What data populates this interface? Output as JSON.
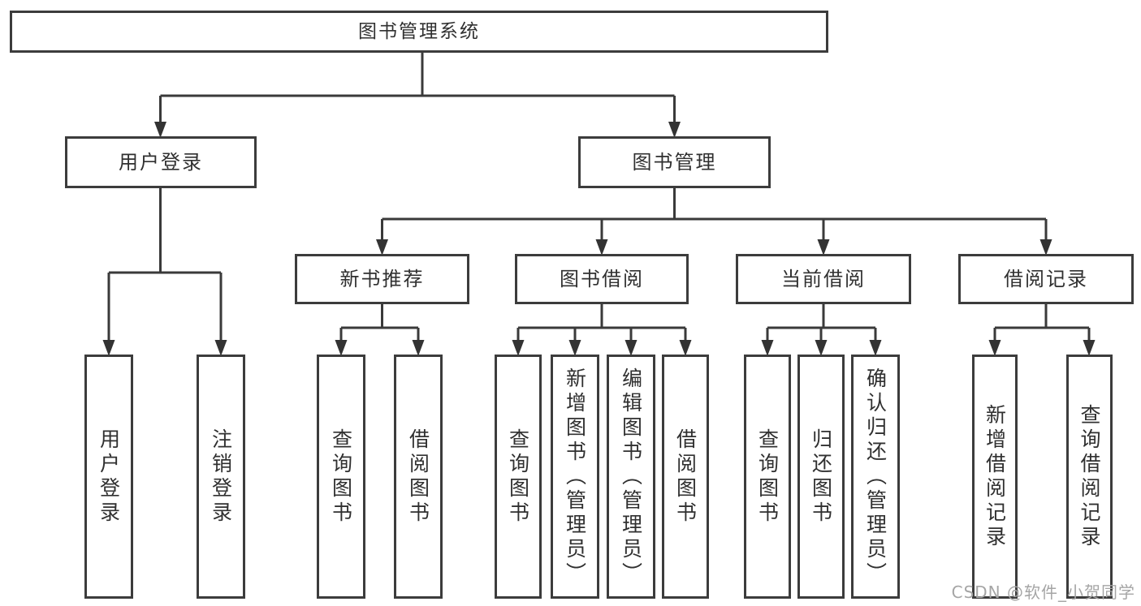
{
  "diagram": {
    "type": "hierarchy-tree",
    "colors": {
      "line": "#3a3a3a",
      "arrow": "#333333",
      "box_border": "#3c3c3c",
      "box_fill": "#ffffff",
      "text": "#303030",
      "watermark": "#a5a5a5"
    },
    "tree": {
      "root": {
        "label": "图书管理系统",
        "children": [
          {
            "label": "用户登录",
            "children": [
              {
                "label": "用户登录"
              },
              {
                "label": "注销登录"
              }
            ]
          },
          {
            "label": "图书管理",
            "children": [
              {
                "label": "新书推荐",
                "children": [
                  {
                    "label": "查询图书"
                  },
                  {
                    "label": "借阅图书"
                  }
                ]
              },
              {
                "label": "图书借阅",
                "children": [
                  {
                    "label": "查询图书"
                  },
                  {
                    "label": "新增图书（管理员）"
                  },
                  {
                    "label": "编辑图书（管理员）"
                  },
                  {
                    "label": "借阅图书"
                  }
                ]
              },
              {
                "label": "当前借阅",
                "children": [
                  {
                    "label": "查询图书"
                  },
                  {
                    "label": "归还图书"
                  },
                  {
                    "label": "确认归还（管理员）"
                  }
                ]
              },
              {
                "label": "借阅记录",
                "children": [
                  {
                    "label": "新增借阅记录"
                  },
                  {
                    "label": "查询借阅记录"
                  }
                ]
              }
            ]
          }
        ]
      }
    },
    "watermark": {
      "text": "CSDN @软件_小贺同学"
    }
  }
}
